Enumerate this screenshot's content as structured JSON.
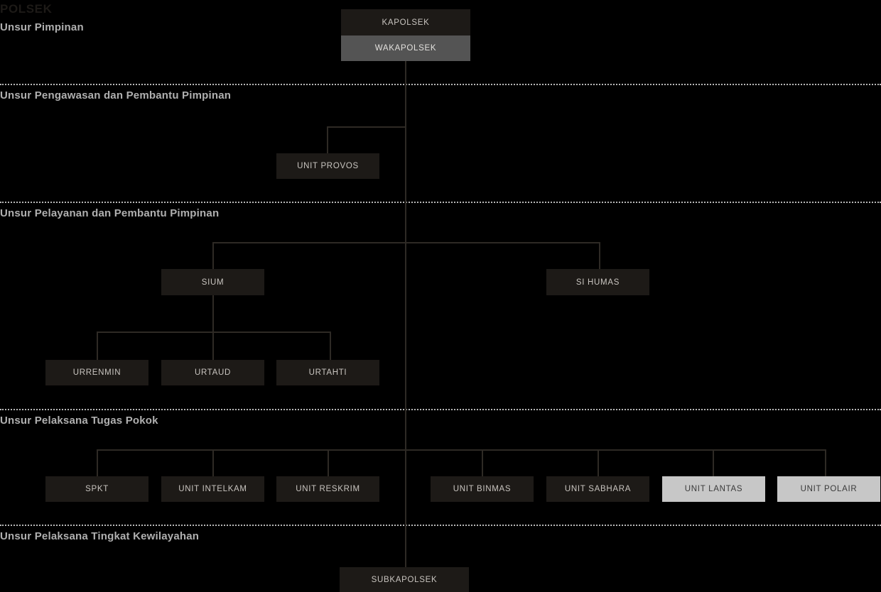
{
  "page": {
    "title": "POLSEK",
    "background": "#000000",
    "box_dark": "#1d1a17",
    "box_mid": "#545454",
    "box_light": "#c7c7c7",
    "line_color": "#2e2a25",
    "divider_color": "#b8b8b8",
    "caption_color": "#b0b0b0"
  },
  "sections": [
    {
      "label": "Unsur Pimpinan"
    },
    {
      "label": "Unsur Pengawasan dan Pembantu Pimpinan"
    },
    {
      "label": "Unsur Pelayanan dan Pembantu Pimpinan"
    },
    {
      "label": "Unsur Pelaksana Tugas Pokok"
    },
    {
      "label": "Unsur Pelaksana Tingkat Kewilayahan"
    }
  ],
  "nodes": {
    "kapolsek": "KAPOLSEK",
    "wakapolsek": "WAKAPOLSEK",
    "unit_provos": "UNIT PROVOS",
    "sium": "SIUM",
    "si_humas": "SI HUMAS",
    "urrenmin": "URRENMIN",
    "urtaud": "URTAUD",
    "urtahti": "URTAHTI",
    "spkt": "SPKT",
    "unit_intelkam": "UNIT INTELKAM",
    "unit_reskrim": "UNIT RESKRIM",
    "unit_binmas": "UNIT BINMAS",
    "unit_sabhara": "UNIT SABHARA",
    "unit_lantas": "UNIT LANTAS",
    "unit_polair": "UNIT POLAIR",
    "subkapolsek": "SUBKAPOLSEK"
  }
}
